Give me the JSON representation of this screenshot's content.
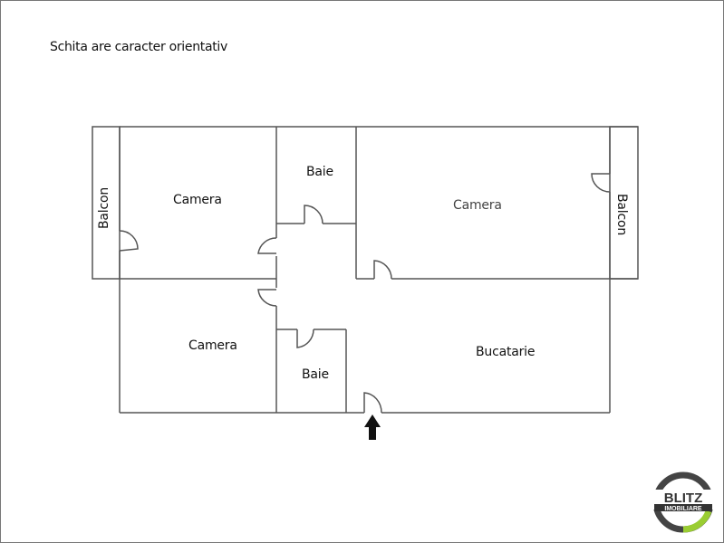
{
  "note": "Schita are caracter orientativ",
  "rooms": {
    "balcon_left": "Balcon",
    "camera_top_left": "Camera",
    "baie_top": "Baie",
    "camera_top_right": "Camera",
    "balcon_right": "Balcon",
    "camera_bottom_left": "Camera",
    "baie_bottom": "Baie",
    "bucatarie": "Bucatarie"
  },
  "entrance": {
    "icon": "arrow-up-icon"
  },
  "logo": {
    "line1": "BLITZ",
    "line2": "IMOBILIARE",
    "ring_color": "#444444",
    "accent_color": "#9acd32"
  },
  "colors": {
    "wall": "#555555",
    "text": "#111111"
  }
}
